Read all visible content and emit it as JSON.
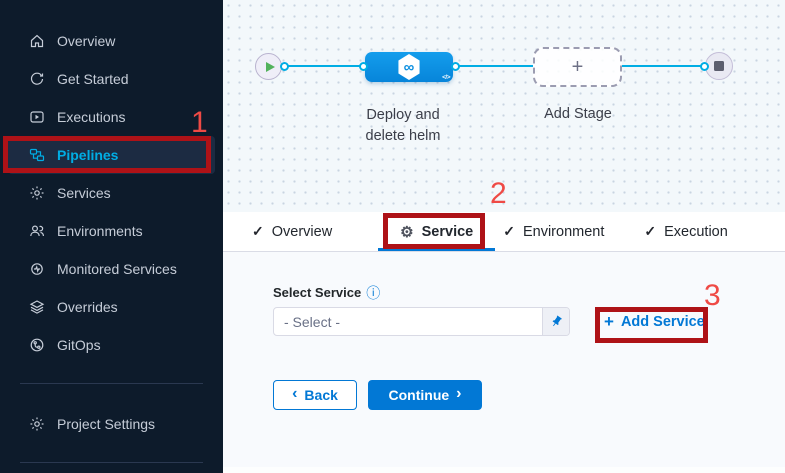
{
  "sidebar": {
    "items": [
      {
        "label": "Overview"
      },
      {
        "label": "Get Started"
      },
      {
        "label": "Executions"
      },
      {
        "label": "Pipelines",
        "active": true
      },
      {
        "label": "Services"
      },
      {
        "label": "Environments"
      },
      {
        "label": "Monitored Services"
      },
      {
        "label": "Overrides"
      },
      {
        "label": "GitOps"
      }
    ],
    "project_settings_label": "Project Settings"
  },
  "pipeline_canvas": {
    "stage_label_line1": "Deploy and",
    "stage_label_line2": "delete helm",
    "add_stage_label": "Add Stage"
  },
  "tabs": {
    "items": [
      {
        "label": "Overview",
        "state": "done"
      },
      {
        "label": "Service",
        "state": "active"
      },
      {
        "label": "Environment",
        "state": "done"
      },
      {
        "label": "Execution",
        "state": "done"
      }
    ]
  },
  "form": {
    "select_service_label": "Select Service",
    "select_value": "- Select -",
    "add_service_label": "Add Service",
    "back_label": "Back",
    "continue_label": "Continue"
  },
  "annotations": {
    "step1": "1",
    "step2": "2",
    "step3": "3"
  },
  "icons": {
    "check": "✓",
    "gear": "⚙",
    "info": "ⓘ",
    "plus": "+",
    "add_stage_plus": "+",
    "back_chevron": "‹",
    "continue_chevron": "›",
    "helm_infinity": "∞",
    "code_mark": "</>"
  },
  "colors": {
    "sidebar_bg": "#0d1b2b",
    "sidebar_active_bg": "#1c2b42",
    "accent_cyan": "#00ade4",
    "primary_blue": "#0278d5",
    "stage_blue": "#0b93e6",
    "annotation_box_red": "#ae1217",
    "annotation_digit_red": "#ef4a45",
    "canvas_bg": "#f3f8fb",
    "form_bg": "#f8fafd"
  }
}
